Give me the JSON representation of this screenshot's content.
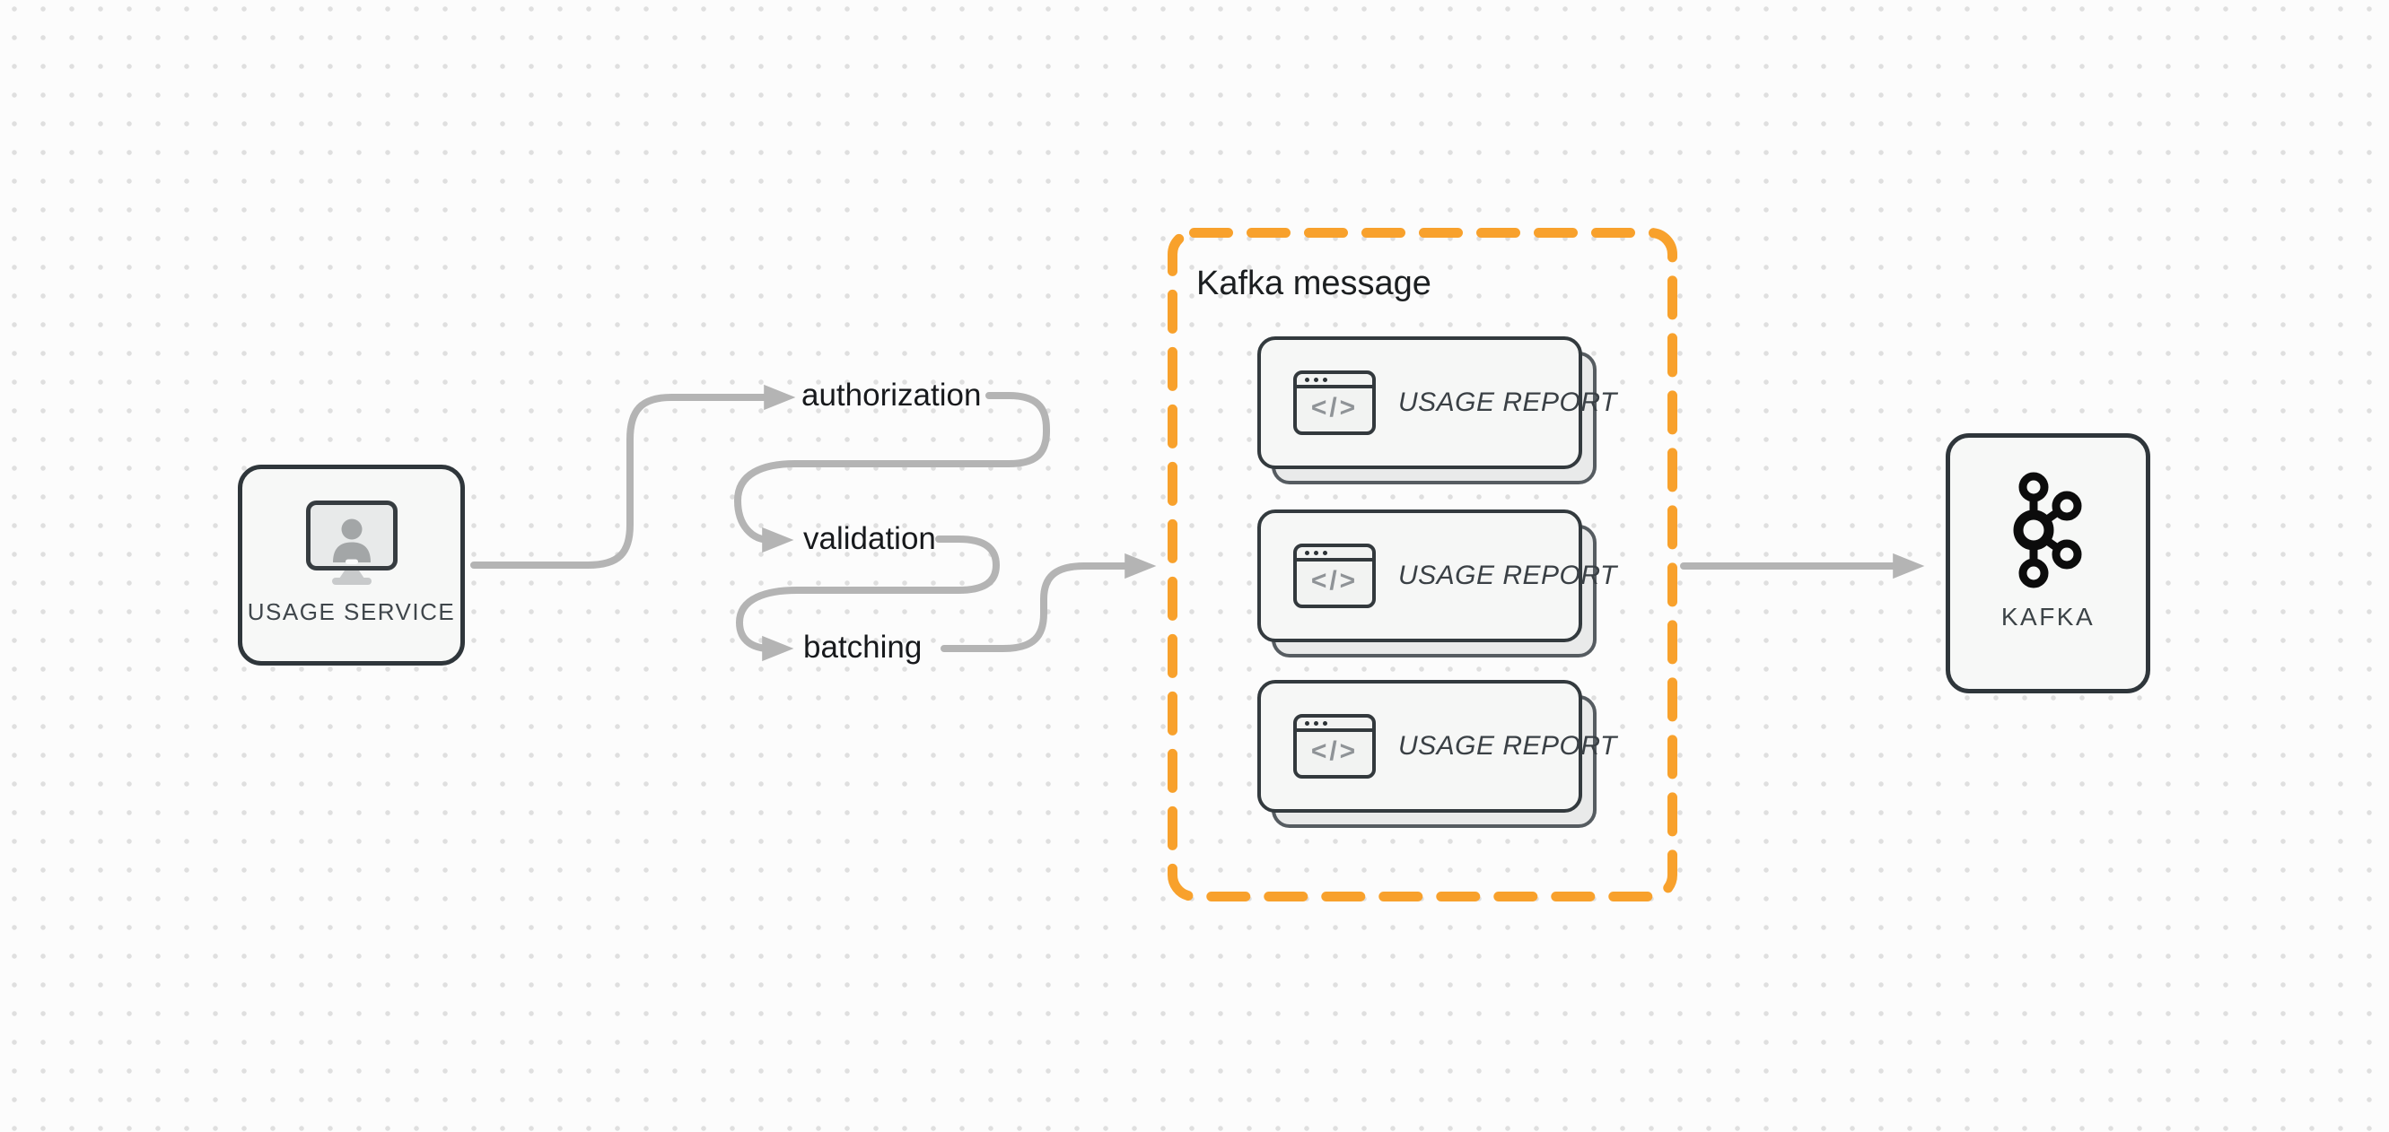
{
  "nodes": {
    "usage_service": {
      "label": "USAGE SERVICE",
      "icon": "monitor-user-icon"
    },
    "kafka": {
      "label": "KAFKA",
      "icon": "kafka-logo-icon"
    }
  },
  "steps": [
    {
      "label": "authorization"
    },
    {
      "label": "validation"
    },
    {
      "label": "batching"
    }
  ],
  "kafka_message": {
    "title": "Kafka message",
    "cards": [
      {
        "label": "USAGE REPORT",
        "icon": "code-window-icon",
        "glyph": "</>"
      },
      {
        "label": "USAGE REPORT",
        "icon": "code-window-icon",
        "glyph": "</>"
      },
      {
        "label": "USAGE REPORT",
        "icon": "code-window-icon",
        "glyph": "</>"
      }
    ]
  },
  "colors": {
    "accent_orange": "#F8A12C",
    "arrow_gray": "#b4b4b4",
    "node_border": "#2f363b",
    "node_fill": "#f7f8f7",
    "card_border": "#333a3e",
    "card_fill": "#f6f7f6",
    "card_shadow_fill": "#e9eaea",
    "text_dark": "#17191c",
    "text_muted": "#3f464b",
    "background": "#fcfcfc",
    "dot_grid": "#dfdfdf"
  }
}
